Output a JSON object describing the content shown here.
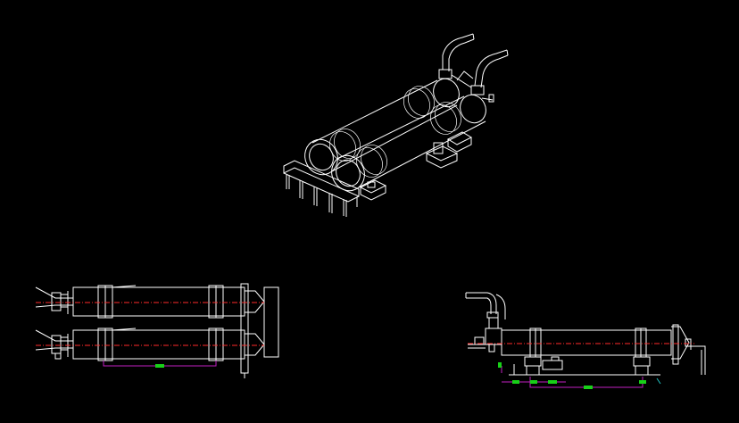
{
  "drawing": {
    "background": "#000000",
    "colors": {
      "outline": "#ffffff",
      "centerline": "#ff2a2a",
      "dimension": "#c020c0",
      "marker": "#18d018",
      "leader": "#20c0c0"
    },
    "views": [
      {
        "id": "isometric-view"
      },
      {
        "id": "plan-view"
      },
      {
        "id": "elevation-view"
      }
    ]
  }
}
